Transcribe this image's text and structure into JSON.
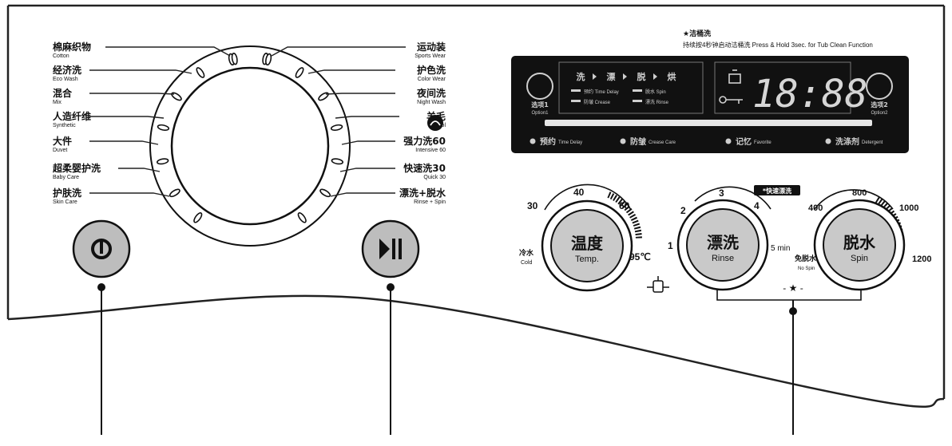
{
  "top_note": {
    "line1": "★洁桶洗",
    "line2": "持续按4秒钟启动洁桶洗 Press & Hold 3sec. for Tub Clean Function"
  },
  "programs_left": [
    {
      "zh": "棉麻织物",
      "en": "Cotton"
    },
    {
      "zh": "经济洗",
      "en": "Eco Wash"
    },
    {
      "zh": "混合",
      "en": "Mix"
    },
    {
      "zh": "人造纤维",
      "en": "Synthetic"
    },
    {
      "zh": "大件",
      "en": "Duvet"
    },
    {
      "zh": "超柔婴护洗",
      "en": "Baby Care"
    },
    {
      "zh": "护肤洗",
      "en": "Skin Care"
    }
  ],
  "programs_right": [
    {
      "zh": "运动装",
      "en": "Sports Wear"
    },
    {
      "zh": "护色洗",
      "en": "Color Wear"
    },
    {
      "zh": "夜间洗",
      "en": "Night Wash"
    },
    {
      "zh": "羊毛",
      "en": "Wool"
    },
    {
      "zh": "强力洗60",
      "en": "Intensive 60"
    },
    {
      "zh": "快速洗30",
      "en": "Quick 30"
    },
    {
      "zh": "漂洗+脱水",
      "en": "Rinse + Spin"
    }
  ],
  "display": {
    "digits": "18:88",
    "option1": {
      "zh": "选项1",
      "en": "Option1"
    },
    "option2": {
      "zh": "选项2",
      "en": "Option2"
    },
    "stage_icons": [
      "洗",
      "漂",
      "脱",
      "烘"
    ],
    "indicators": [
      {
        "zh": "预约",
        "en": "Time Delay"
      },
      {
        "zh": "防皱",
        "en": "Crease Care"
      },
      {
        "zh": "记忆",
        "en": "Favorite"
      },
      {
        "zh": "洗涤剂",
        "en": "Detergent"
      }
    ],
    "mini_labels": [
      "预约 Time Delay",
      "脱水 Spin",
      "防皱 Crease",
      "漂洗 Rinse"
    ]
  },
  "temp_knob": {
    "zh": "温度",
    "en": "Temp.",
    "scale": [
      "30",
      "40",
      "60",
      "95℃"
    ],
    "cold_zh": "冷水",
    "cold_en": "Cold"
  },
  "rinse_knob": {
    "zh": "漂洗",
    "en": "Rinse",
    "scale": [
      "1",
      "2",
      "3",
      "4",
      "5"
    ],
    "scale_suffix": "5 min",
    "badge": "*快速漂洗"
  },
  "spin_knob": {
    "zh": "脱水",
    "en": "Spin",
    "scale": [
      "400",
      "800",
      "1000",
      "1200"
    ],
    "nospin_zh": "免脱水",
    "nospin_en": "No Spin"
  },
  "buttons": {
    "power_symbol": "⏻",
    "start_symbol": "▶II"
  },
  "bracket_star": "- ★ -",
  "colors": {
    "ink": "#1a1a1a",
    "knob_fill": "#c9c9c9",
    "button_fill": "#bdbdbd",
    "display_bg": "#111111",
    "display_text": "#cfcfcf"
  }
}
